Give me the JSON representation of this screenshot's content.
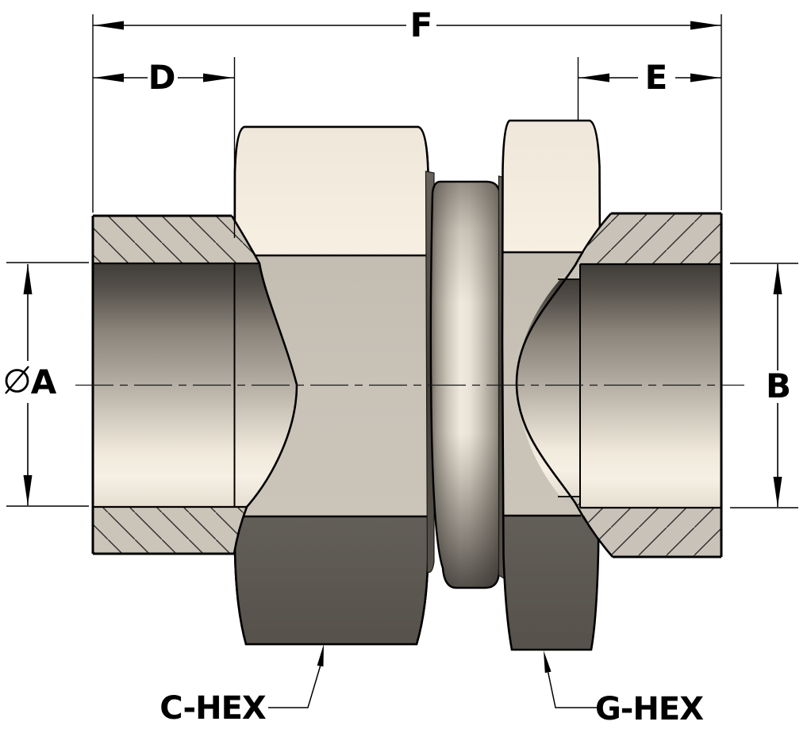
{
  "drawing": {
    "title": "Union fitting cross-section technical drawing",
    "dims": {
      "f": {
        "label": "F"
      },
      "d": {
        "label": "D"
      },
      "e": {
        "label": "E"
      },
      "a": {
        "label": "A",
        "prefix_symbol": "diameter-sign"
      },
      "b": {
        "label": "B"
      }
    },
    "callouts": {
      "c_hex": {
        "label": "C-HEX"
      },
      "g_hex": {
        "label": "G-HEX"
      }
    },
    "style_colors": {
      "outline": "#000000",
      "hatch_fill": "#cbc4b9",
      "hatch_line": "#2d2d2d",
      "hex_top_facet": "#f3ebde",
      "hex_mid_facet": "#c6c0b5",
      "hex_dark_facet": "#5c5851",
      "bore_dark": "#413e3a",
      "bore_light": "#f5efe3",
      "collar_highlight": "#f0e9dd",
      "background": "#ffffff"
    }
  }
}
